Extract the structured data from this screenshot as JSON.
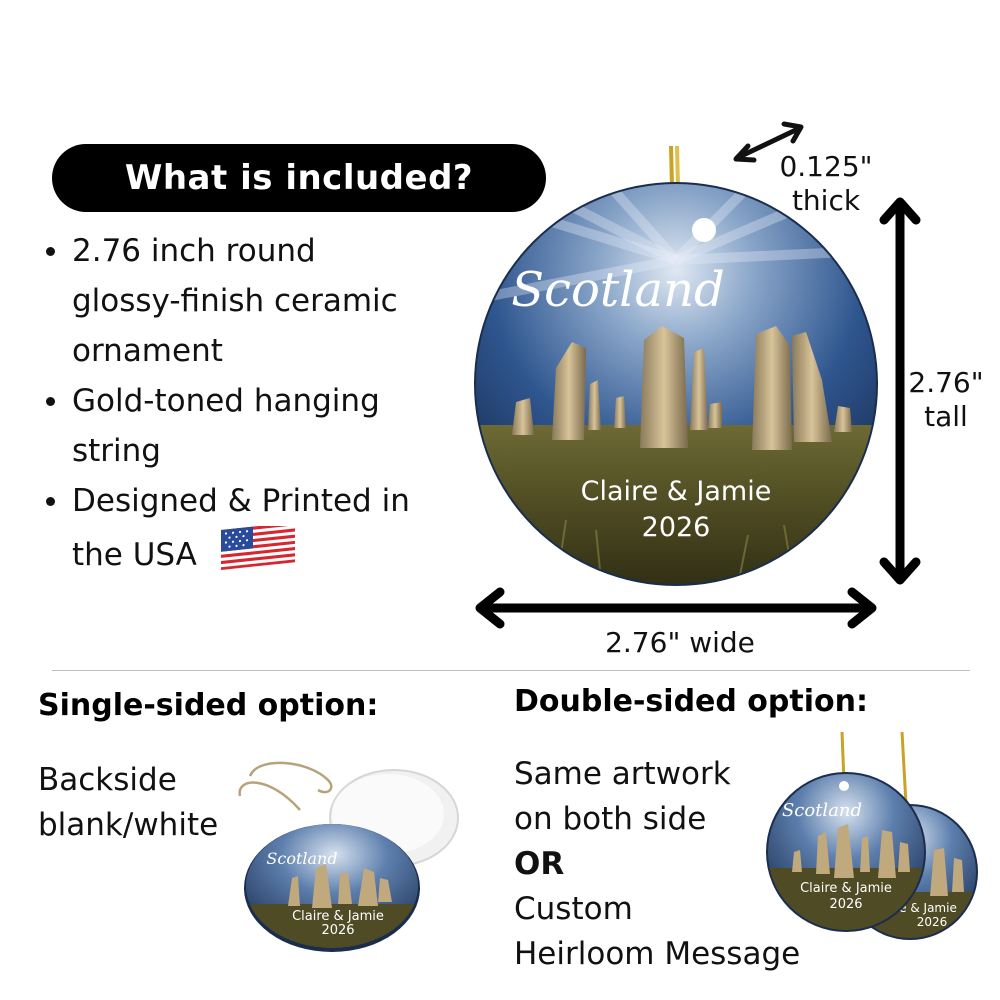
{
  "header": {
    "title": "What is included?"
  },
  "features": [
    "2.76 inch round glossy-finish ceramic ornament",
    "Gold-toned hanging string",
    "Designed & Printed in the USA"
  ],
  "flag_icon": "us-flag-icon",
  "ornament": {
    "title": "Scotland",
    "names": "Claire & Jamie",
    "year": "2026"
  },
  "dimensions": {
    "thickness_value": "0.125\"",
    "thickness_unit": "thick",
    "height_value": "2.76\"",
    "height_unit": "tall",
    "width_label": "2.76\" wide"
  },
  "single_sided": {
    "heading": "Single-sided option:",
    "line1": "Backside",
    "line2": "blank/white"
  },
  "double_sided": {
    "heading": "Double-sided option:",
    "line1": "Same artwork",
    "line2": "on both side",
    "or": "OR",
    "line3": "Custom",
    "line4": "Heirloom Message"
  },
  "colors": {
    "pill": "#000000",
    "string_gold": "#c9a227",
    "sky": "#2b4f86",
    "grass": "#5f5a2a"
  }
}
